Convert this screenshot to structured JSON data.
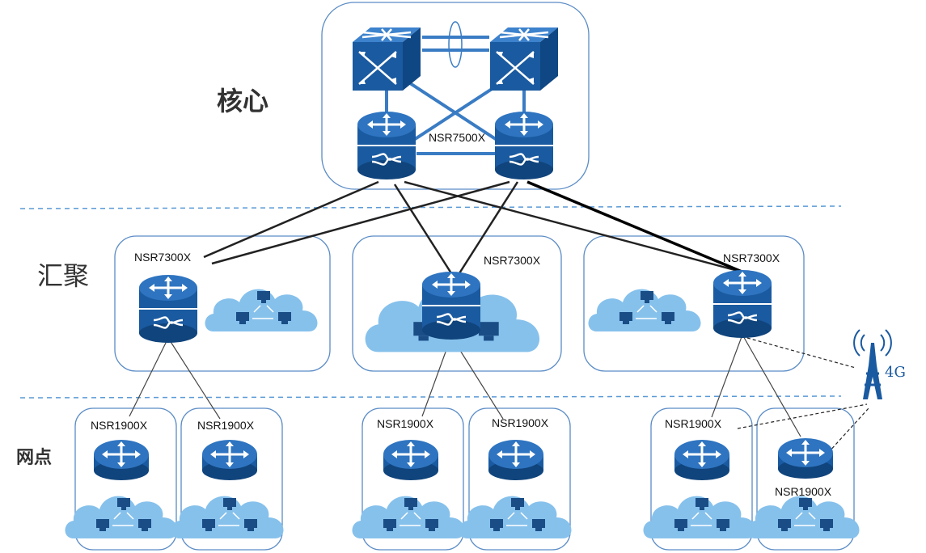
{
  "tiers": {
    "core": "核心",
    "aggregation": "汇聚",
    "branch": "网点"
  },
  "labels": {
    "core_router": "NSR7500X",
    "agg_left": "NSR7300X",
    "agg_mid": "NSR7300X",
    "agg_right": "NSR7300X",
    "br1": "NSR1900X",
    "br2": "NSR1900X",
    "br3": "NSR1900X",
    "br4": "NSR1900X",
    "br5": "NSR1900X",
    "br6": "NSR1900X"
  },
  "wireless": {
    "text": "4G"
  },
  "colors": {
    "device": "#1a5aa0",
    "device_top": "#2e74c0",
    "cloud": "#86c1ec",
    "box_border": "#5b8cc6",
    "dash": "#5a9ad6",
    "link_core": "#3a7cc4"
  }
}
